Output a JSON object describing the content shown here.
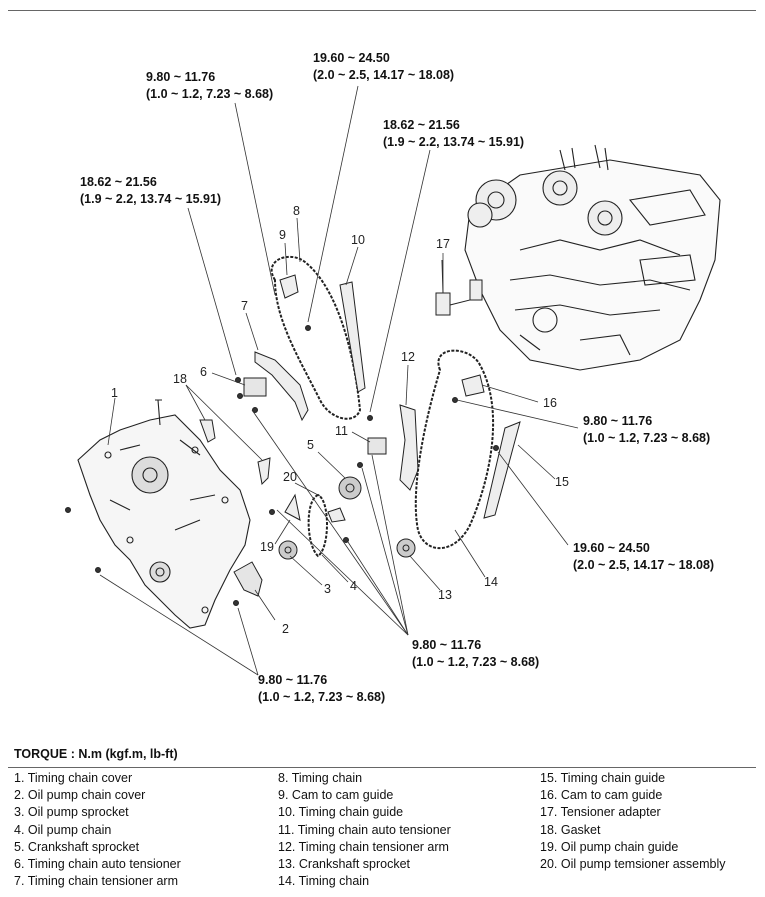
{
  "torque_specs": {
    "s1": {
      "line1": "9.80 ~ 11.76",
      "line2": "(1.0 ~ 1.2, 7.23 ~ 8.68)"
    },
    "s2": {
      "line1": "19.60 ~ 24.50",
      "line2": "(2.0 ~ 2.5, 14.17 ~ 18.08)"
    },
    "s3": {
      "line1": "18.62 ~ 21.56",
      "line2": "(1.9 ~ 2.2, 13.74 ~ 15.91)"
    },
    "s4": {
      "line1": "18.62 ~ 21.56",
      "line2": "(1.9 ~ 2.2, 13.74 ~ 15.91)"
    },
    "s5": {
      "line1": "9.80 ~ 11.76",
      "line2": "(1.0 ~ 1.2, 7.23 ~ 8.68)"
    },
    "s6": {
      "line1": "19.60 ~ 24.50",
      "line2": "(2.0 ~ 2.5, 14.17 ~ 18.08)"
    },
    "s7": {
      "line1": "9.80 ~ 11.76",
      "line2": "(1.0 ~ 1.2, 7.23 ~ 8.68)"
    },
    "s8": {
      "line1": "9.80 ~ 11.76",
      "line2": "(1.0 ~ 1.2, 7.23 ~ 8.68)"
    }
  },
  "callouts": {
    "c1": "1",
    "c2": "2",
    "c3": "3",
    "c4": "4",
    "c5": "5",
    "c6": "6",
    "c7": "7",
    "c8": "8",
    "c9": "9",
    "c10": "10",
    "c11": "11",
    "c12": "12",
    "c13": "13",
    "c14": "14",
    "c15": "15",
    "c16": "16",
    "c17": "17",
    "c18": "18",
    "c19": "19",
    "c20": "20"
  },
  "torque_header": "TORQUE : N.m (kgf.m, lb-ft)",
  "legend": {
    "col1": [
      {
        "num": "1.",
        "label": "Timing chain cover"
      },
      {
        "num": "2.",
        "label": "Oil pump chain cover"
      },
      {
        "num": "3.",
        "label": "Oil pump sprocket"
      },
      {
        "num": "4.",
        "label": "Oil pump chain"
      },
      {
        "num": "5.",
        "label": "Crankshaft sprocket"
      },
      {
        "num": "6.",
        "label": "Timing chain auto tensioner"
      },
      {
        "num": "7.",
        "label": "Timing chain tensioner arm"
      }
    ],
    "col2": [
      {
        "num": "8.",
        "label": "Timing chain"
      },
      {
        "num": "9.",
        "label": "Cam to cam guide"
      },
      {
        "num": "10.",
        "label": "Timing chain guide"
      },
      {
        "num": "11.",
        "label": "Timing chain auto tensioner"
      },
      {
        "num": "12.",
        "label": "Timing chain tensioner arm"
      },
      {
        "num": "13.",
        "label": "Crankshaft sprocket"
      },
      {
        "num": "14.",
        "label": "Timing chain"
      }
    ],
    "col3": [
      {
        "num": "15.",
        "label": "Timing chain guide"
      },
      {
        "num": "16.",
        "label": "Cam to cam guide"
      },
      {
        "num": "17.",
        "label": "Tensioner adapter"
      },
      {
        "num": "18.",
        "label": "Gasket"
      },
      {
        "num": "19.",
        "label": "Oil pump chain guide"
      },
      {
        "num": "20.",
        "label": "Oil pump temsioner assembly"
      }
    ]
  }
}
